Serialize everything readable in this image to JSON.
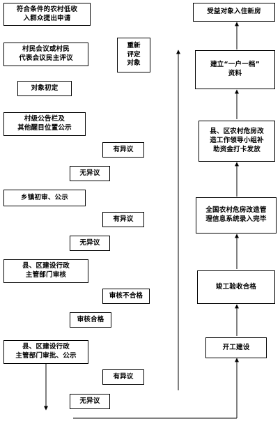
{
  "left_flow": {
    "step1": "符合条件的农村低收\n入群众提出申请",
    "step2": "村民会议或村民\n代表会议民主评议",
    "step3": "对象初定",
    "step4": "村级公告栏及\n其他醒目位置公示",
    "objection_1": "有异议",
    "no_objection_1": "无异议",
    "step5": "乡镇初审、公示",
    "objection_2": "有异议",
    "no_objection_2": "无异议",
    "step6": "县、区建设行政\n主管部门审核",
    "audit_fail": "审核不合格",
    "audit_pass": "审核合格",
    "step7": "县、区建设行政\n主管部门审批、公示",
    "objection_3": "有异议",
    "no_objection_3": "无异议"
  },
  "side_note": "重新\n评定\n对象",
  "right_flow": {
    "start_build": "开工建设",
    "acceptance": "竣工验收合格",
    "register": "全国农村危房改造管\n理信息系统录入完毕",
    "fund": "县、区农村危房改\n造工作领导小组补\n助资金打卡发放",
    "archive": "建立“一户一档”\n资料",
    "move_in": "受益对象入住新房"
  }
}
